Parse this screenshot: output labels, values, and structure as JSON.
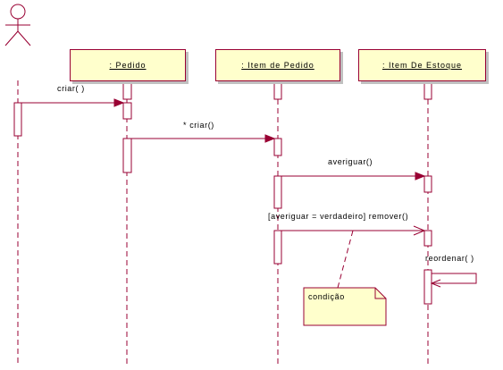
{
  "diagram": {
    "actor": "",
    "objects": [
      {
        "label": ": Pedido"
      },
      {
        "label": ": Item de Pedido"
      },
      {
        "label": ": Item De Estoque"
      }
    ],
    "messages": [
      {
        "label": "criar( )"
      },
      {
        "label": "* criar()"
      },
      {
        "label": "averiguar()"
      },
      {
        "label": "[averiguar = verdadeiro] remover()"
      },
      {
        "label": "reordenar( )"
      }
    ],
    "note": {
      "label": "condição"
    },
    "colors": {
      "line": "#990033",
      "box_fill": "#ffffcc",
      "shadow": "#c0c0c0",
      "note_fill": "#ffffcc"
    }
  }
}
